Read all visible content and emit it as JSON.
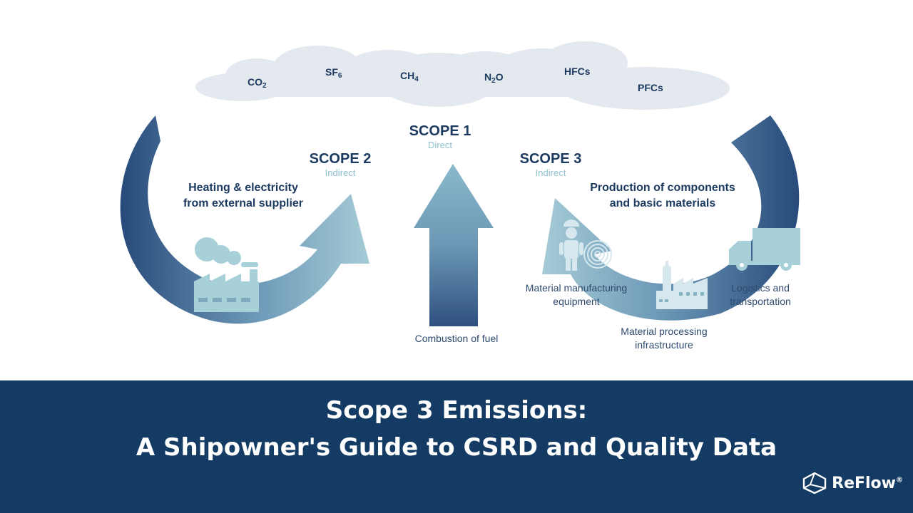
{
  "gases": {
    "co2": {
      "main": "CO",
      "sub": "2"
    },
    "sf6": {
      "main": "SF",
      "sub": "6"
    },
    "ch4": {
      "main": "CH",
      "sub": "4"
    },
    "n2o": {
      "main": "N",
      "sub": "2",
      "rest": "O"
    },
    "hfcs": {
      "main": "HFCs"
    },
    "pfcs": {
      "main": "PFCs"
    }
  },
  "scope1": {
    "title": "SCOPE 1",
    "subtitle": "Direct",
    "caption": "Combustion of fuel"
  },
  "scope2": {
    "title": "SCOPE 2",
    "subtitle": "Indirect",
    "heading_line1": "Heating & electricity",
    "heading_line2": "from external supplier"
  },
  "scope3": {
    "title": "SCOPE 3",
    "subtitle": "Indirect",
    "heading_line1": "Production of components",
    "heading_line2": "and basic materials",
    "items": [
      {
        "line1": "Material manufacturing",
        "line2": "equipment"
      },
      {
        "line1": "Material processing",
        "line2": "infrastructure"
      },
      {
        "line1": "Logistics and",
        "line2": "transportation"
      }
    ]
  },
  "banner": {
    "line1": "Scope 3 Emissions:",
    "line2": "A Shipowner's Guide to CSRD and Quality Data"
  },
  "logo": {
    "text": "ReFlow",
    "mark": "®"
  },
  "icons": [
    "cloud-icon",
    "factory-icon",
    "worker-icon",
    "cable-reel-icon",
    "plant-icon",
    "truck-icon",
    "reflow-logo-icon"
  ],
  "colors": {
    "navy": "#1d3b61",
    "banner": "#133b63",
    "light_teal": "#9fc6d3",
    "cloud": "#e4e9ef"
  }
}
